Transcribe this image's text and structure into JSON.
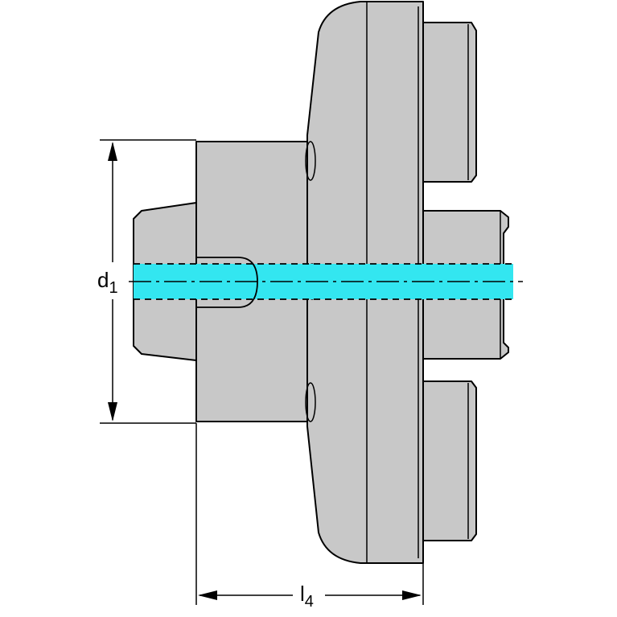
{
  "colors": {
    "background": "#ffffff",
    "body_fill": "#c8c8c8",
    "outline": "#000000",
    "coolant_channel": "#33e6f0",
    "dashed_line": "#000000"
  },
  "dimensions": {
    "diameter": {
      "symbol": "d",
      "subscript": "1"
    },
    "length": {
      "symbol": "l",
      "subscript": "4"
    }
  }
}
